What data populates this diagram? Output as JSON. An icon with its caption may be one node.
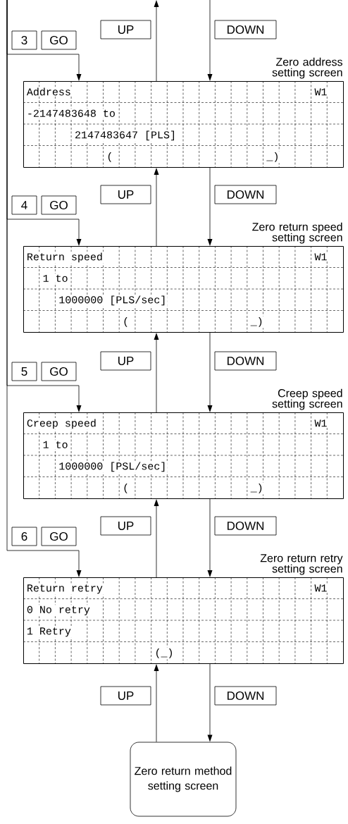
{
  "diagram": {
    "nodes": [
      {
        "text": [
          "UP"
        ]
      },
      {
        "text": [
          "DOWN"
        ]
      },
      {
        "text": [
          "3"
        ]
      },
      {
        "text": [
          "GO"
        ]
      },
      {
        "text": [
          "Zero address setting screen",
          "Address",
          "W1",
          "-2147483648 to",
          "2147483647 [PLS]",
          "(",
          "_)"
        ]
      },
      {
        "text": [
          "UP"
        ]
      },
      {
        "text": [
          "DOWN"
        ]
      },
      {
        "text": [
          "4"
        ]
      },
      {
        "text": [
          "GO"
        ]
      },
      {
        "text": [
          "Zero return speed setting screen",
          "Return speed",
          "W1",
          "1 to",
          "1000000 [PLS/sec]",
          "(",
          "_)"
        ]
      },
      {
        "text": [
          "UP"
        ]
      },
      {
        "text": [
          "DOWN"
        ]
      },
      {
        "text": [
          "5"
        ]
      },
      {
        "text": [
          "GO"
        ]
      },
      {
        "text": [
          "Creep speed setting screen",
          "Creep speed",
          "W1",
          "1 to",
          "1000000 [PSL/sec]",
          "(",
          "_)"
        ]
      },
      {
        "text": [
          "UP"
        ]
      },
      {
        "text": [
          "DOWN"
        ]
      },
      {
        "text": [
          "6"
        ]
      },
      {
        "text": [
          "GO"
        ]
      },
      {
        "text": [
          "Zero return retry setting screen",
          "Return retry",
          "W1",
          "0 No retry",
          "1 Retry",
          "(_)"
        ]
      },
      {
        "text": [
          "UP"
        ]
      },
      {
        "text": [
          "DOWN"
        ]
      },
      {
        "text": [
          "Zero return method setting screen"
        ]
      }
    ],
    "edges": [
      {
        "from": 4,
        "to": null,
        "arrow": "to"
      },
      {
        "from": null,
        "to": 4,
        "arrow": "to"
      },
      {
        "from": null,
        "to": 4,
        "arrow": "to"
      },
      {
        "from": null,
        "to": 9,
        "arrow": "to"
      },
      {
        "from": null,
        "to": 14,
        "arrow": "to"
      },
      {
        "from": null,
        "to": 19,
        "arrow": "to"
      },
      {
        "from": 9,
        "to": 4,
        "arrow": "to"
      },
      {
        "from": 4,
        "to": 9,
        "arrow": "to"
      },
      {
        "from": 14,
        "to": 9,
        "arrow": "to"
      },
      {
        "from": 9,
        "to": 14,
        "arrow": "to"
      },
      {
        "from": 19,
        "to": 14,
        "arrow": "to"
      },
      {
        "from": 14,
        "to": 19,
        "arrow": "to"
      },
      {
        "from": 22,
        "to": 19,
        "arrow": "to"
      },
      {
        "from": 19,
        "to": 22,
        "arrow": "to"
      }
    ]
  }
}
